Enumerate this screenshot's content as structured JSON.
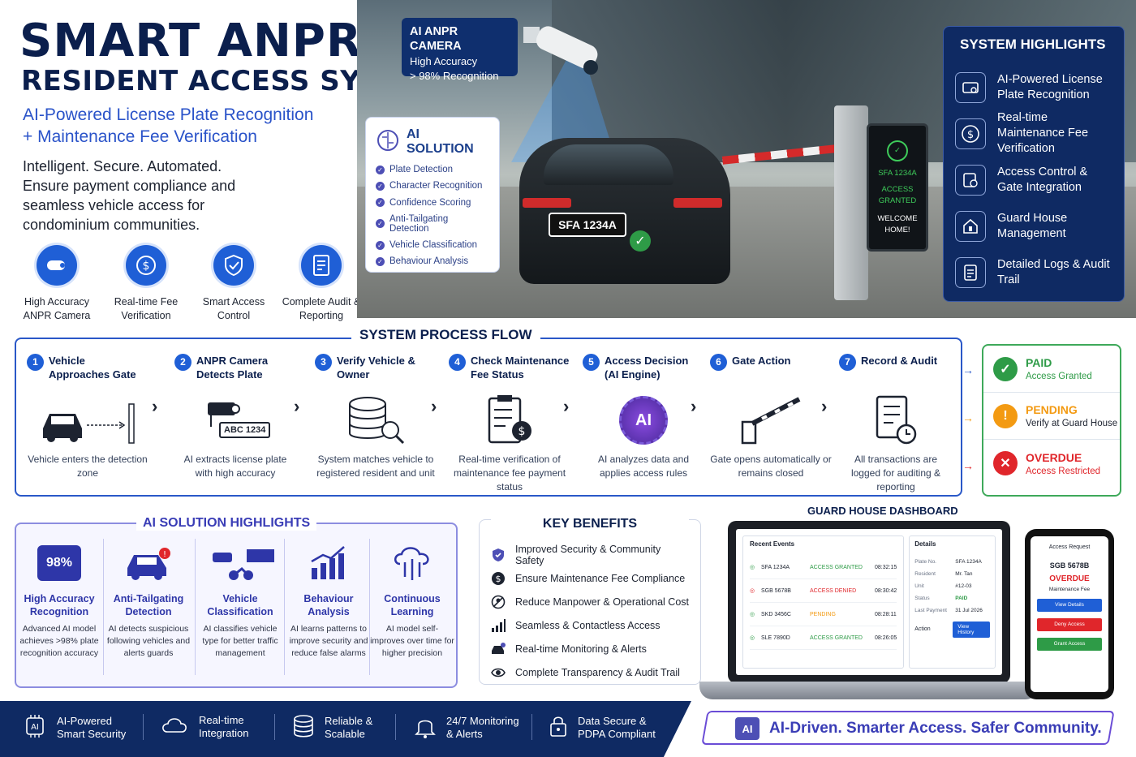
{
  "header": {
    "title_line1": "SMART ANPR",
    "title_line2": "RESIDENT ACCESS SYSTEM",
    "subtitle_line1": "AI-Powered License Plate Recognition",
    "subtitle_line2": "+ Maintenance Fee Verification",
    "tagline": "Intelligent. Secure. Automated. Ensure payment compliance and seamless vehicle access for condominium communities."
  },
  "features": [
    {
      "label": "High Accuracy ANPR Camera",
      "icon": "camera-icon"
    },
    {
      "label": "Real-time Fee Verification",
      "icon": "dollar-icon"
    },
    {
      "label": "Smart Access Control",
      "icon": "shield-icon"
    },
    {
      "label": "Complete Audit & Reporting",
      "icon": "report-icon"
    }
  ],
  "camera_card": {
    "title": "AI ANPR CAMERA",
    "line1": "High Accuracy",
    "line2": "> 98% Recognition"
  },
  "ai_solution": {
    "title": "AI SOLUTION",
    "items": [
      "Plate Detection",
      "Character Recognition",
      "Confidence Scoring",
      "Anti-Tailgating Detection",
      "Vehicle Classification",
      "Behaviour Analysis"
    ]
  },
  "scene": {
    "plate": "SFA 1234A",
    "kiosk_plate": "SFA 1234A",
    "kiosk_status": "ACCESS GRANTED",
    "kiosk_welcome": "WELCOME HOME!"
  },
  "system_highlights": {
    "title": "SYSTEM HIGHLIGHTS",
    "items": [
      {
        "label": "AI-Powered License Plate Recognition",
        "icon": "plate-scan-icon"
      },
      {
        "label": "Real-time Maintenance Fee Verification",
        "icon": "dollar-icon"
      },
      {
        "label": "Access Control & Gate Integration",
        "icon": "gate-icon"
      },
      {
        "label": "Guard House Management",
        "icon": "guardhouse-icon"
      },
      {
        "label": "Detailed Logs & Audit Trail",
        "icon": "log-icon"
      }
    ]
  },
  "process_flow": {
    "title": "SYSTEM PROCESS FLOW",
    "steps": [
      {
        "num": "1",
        "title": "Vehicle Approaches Gate",
        "desc": "Vehicle enters the detection zone"
      },
      {
        "num": "2",
        "title": "ANPR Camera Detects Plate",
        "desc": "AI extracts license plate with high accuracy",
        "plate": "ABC 1234"
      },
      {
        "num": "3",
        "title": "Verify Vehicle & Owner",
        "desc": "System matches vehicle to registered resident and unit"
      },
      {
        "num": "4",
        "title": "Check Maintenance Fee Status",
        "desc": "Real-time verification of maintenance fee payment status"
      },
      {
        "num": "5",
        "title": "Access Decision (AI Engine)",
        "desc": "AI analyzes data and applies access rules",
        "chip": "AI"
      },
      {
        "num": "6",
        "title": "Gate Action",
        "desc": "Gate opens automatically or remains closed"
      },
      {
        "num": "7",
        "title": "Record & Audit",
        "desc": "All transactions are logged for auditing & reporting"
      }
    ]
  },
  "statuses": [
    {
      "title": "PAID",
      "sub": "Access Granted",
      "color": "#2e9b47"
    },
    {
      "title": "PENDING",
      "sub": "Verify at Guard House",
      "color": "#f39a12"
    },
    {
      "title": "OVERDUE",
      "sub": "Access Restricted",
      "color": "#e0262b"
    }
  ],
  "ai_highlights": {
    "title": "AI SOLUTION HIGHLIGHTS",
    "badge": "98%",
    "items": [
      {
        "title": "High Accuracy Recognition",
        "desc": "Advanced AI model achieves >98% plate recognition accuracy"
      },
      {
        "title": "Anti-Tailgating Detection",
        "desc": "AI detects suspicious following vehicles and alerts guards"
      },
      {
        "title": "Vehicle Classification",
        "desc": "AI classifies vehicle type for better traffic management"
      },
      {
        "title": "Behaviour Analysis",
        "desc": "AI learns patterns to improve security and reduce false alarms"
      },
      {
        "title": "Continuous Learning",
        "desc": "AI model self-improves over time for higher precision"
      }
    ]
  },
  "key_benefits": {
    "title": "KEY BENEFITS",
    "items": [
      "Improved Security & Community Safety",
      "Ensure Maintenance Fee Compliance",
      "Reduce Manpower & Operational Cost",
      "Seamless & Contactless Access",
      "Real-time Monitoring & Alerts",
      "Complete Transparency & Audit Trail"
    ]
  },
  "dashboard": {
    "title": "GUARD HOUSE DASHBOARD",
    "events_title": "Recent Events",
    "events": [
      {
        "plate": "SFA 1234A",
        "status": "ACCESS GRANTED",
        "time": "08:32:15",
        "color": "#2e9b47"
      },
      {
        "plate": "SGB 5678B",
        "status": "ACCESS DENIED",
        "time": "08:30:42",
        "color": "#e0262b"
      },
      {
        "plate": "SKD 3456C",
        "status": "PENDING",
        "time": "08:28:11",
        "color": "#f39a12"
      },
      {
        "plate": "SLE 7890D",
        "status": "ACCESS GRANTED",
        "time": "08:26:05",
        "color": "#2e9b47"
      }
    ],
    "details_title": "Details",
    "details": [
      {
        "k": "Plate No.",
        "v": "SFA 1234A"
      },
      {
        "k": "Resident",
        "v": "Mr. Tan"
      },
      {
        "k": "Unit",
        "v": "#12-03"
      },
      {
        "k": "Status",
        "v": "PAID"
      },
      {
        "k": "Last Payment",
        "v": "31 Jul 2026"
      }
    ],
    "action_label": "Action",
    "view_history": "View History"
  },
  "phone": {
    "title": "Access Request",
    "plate": "SGB 5678B",
    "status": "OVERDUE",
    "sub": "Maintenance Fee",
    "btn_view": "View Details",
    "btn_deny": "Deny Access",
    "btn_grant": "Grant Access"
  },
  "footer": [
    {
      "label": "AI-Powered Smart Security",
      "icon": "ai-chip-icon"
    },
    {
      "label": "Real-time Integration",
      "icon": "cloud-icon"
    },
    {
      "label": "Reliable & Scalable",
      "icon": "database-icon"
    },
    {
      "label": "24/7 Monitoring & Alerts",
      "icon": "bell-icon"
    },
    {
      "label": "Data Secure & PDPA Compliant",
      "icon": "lock-icon"
    }
  ],
  "slogan": {
    "chip": "AI",
    "text": "AI-Driven. Smarter Access. Safer Community."
  }
}
